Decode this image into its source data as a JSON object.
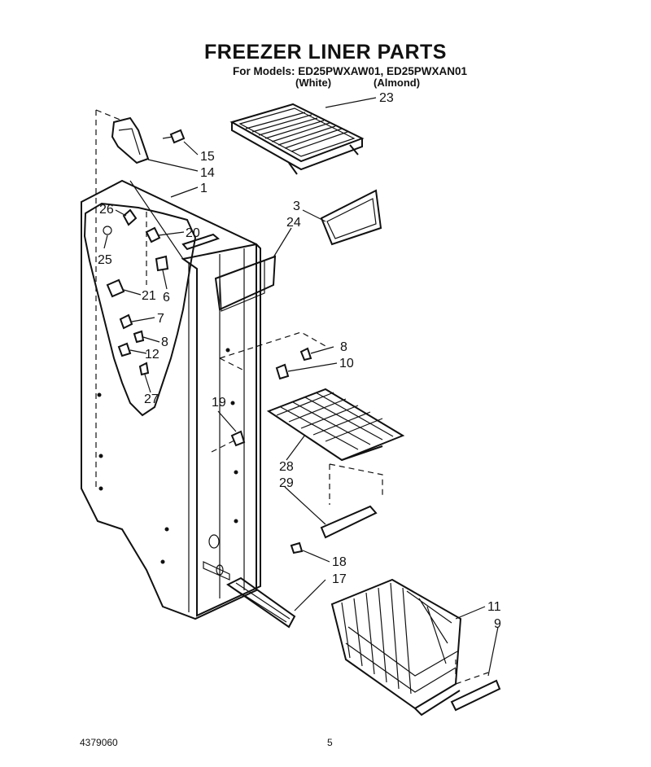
{
  "header": {
    "title": "FREEZER LINER PARTS",
    "models_line": "For Models: ED25PWXAW01, ED25PWXAN01",
    "color_white": "(White)",
    "color_almond": "(Almond)"
  },
  "callouts": [
    {
      "id": "23",
      "text": "23"
    },
    {
      "id": "15",
      "text": "15"
    },
    {
      "id": "14",
      "text": "14"
    },
    {
      "id": "1",
      "text": "1"
    },
    {
      "id": "3",
      "text": "3"
    },
    {
      "id": "24",
      "text": "24"
    },
    {
      "id": "26",
      "text": "26"
    },
    {
      "id": "20",
      "text": "20"
    },
    {
      "id": "25",
      "text": "25"
    },
    {
      "id": "21",
      "text": "21"
    },
    {
      "id": "6",
      "text": "6"
    },
    {
      "id": "7",
      "text": "7"
    },
    {
      "id": "8a",
      "text": "8"
    },
    {
      "id": "12",
      "text": "12"
    },
    {
      "id": "27",
      "text": "27"
    },
    {
      "id": "8b",
      "text": "8"
    },
    {
      "id": "10",
      "text": "10"
    },
    {
      "id": "19",
      "text": "19"
    },
    {
      "id": "28",
      "text": "28"
    },
    {
      "id": "29",
      "text": "29"
    },
    {
      "id": "18",
      "text": "18"
    },
    {
      "id": "17",
      "text": "17"
    },
    {
      "id": "11",
      "text": "11"
    },
    {
      "id": "9",
      "text": "9"
    }
  ],
  "footer": {
    "doc_number": "4379060",
    "page_number": "5"
  }
}
